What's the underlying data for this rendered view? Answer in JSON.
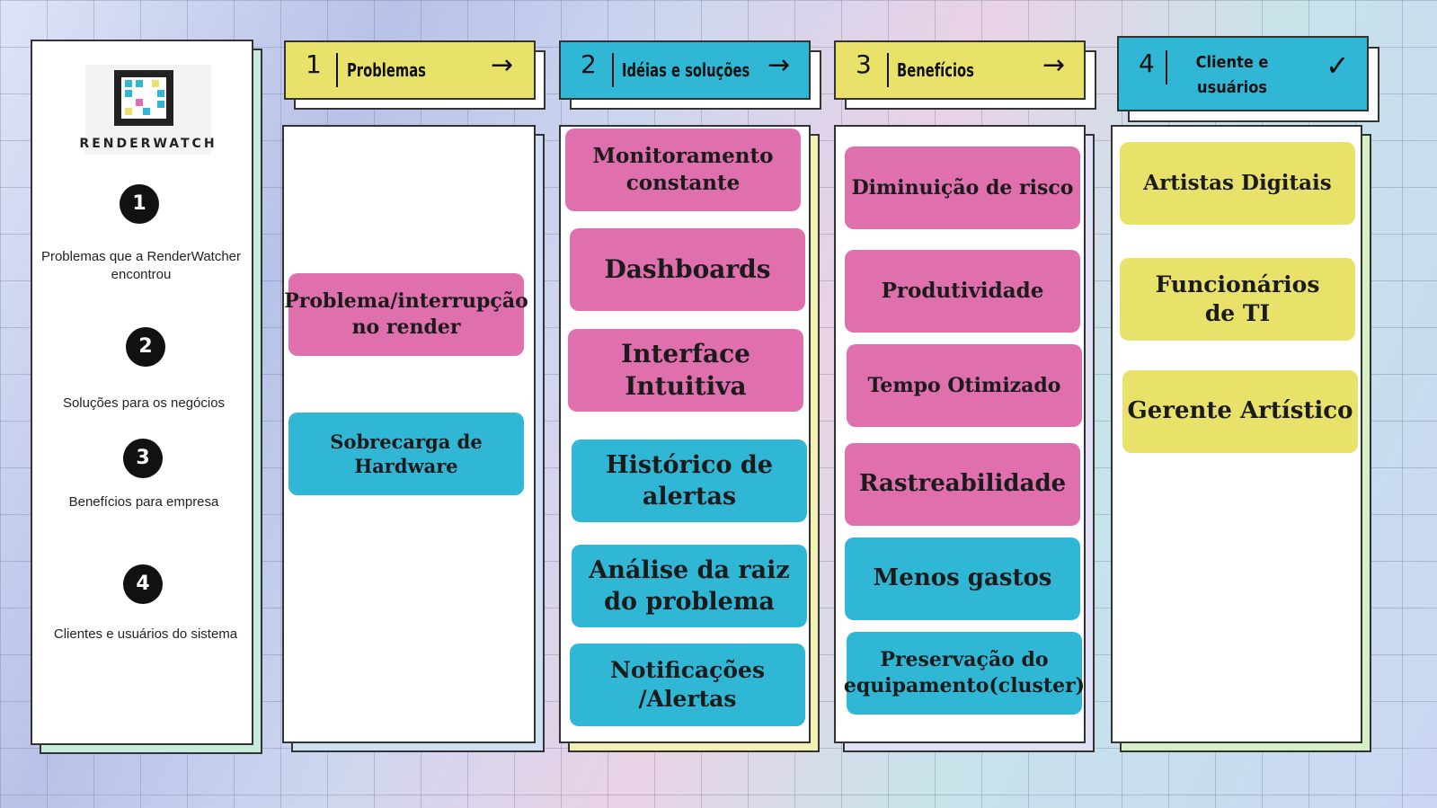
{
  "logo": {
    "text": "RENDERWATCH",
    "colors": {
      "frame": "#222222",
      "blue": "#30b7d5",
      "pink": "#e06fae",
      "yellow": "#e8e26a"
    }
  },
  "legend": [
    {
      "number": "1",
      "text": "Problemas que a RenderWatcher encontrou"
    },
    {
      "number": "2",
      "text": "Soluções para os negócios"
    },
    {
      "number": "3",
      "text": "Benefícios para empresa"
    },
    {
      "number": "4",
      "text": "Clientes e usuários do sistema"
    }
  ],
  "columns": [
    {
      "number": "1",
      "title": "Problemas",
      "icon": "arrow-right-icon",
      "glyph": "→",
      "header_color": "#e8e26a",
      "cards": [
        {
          "text": "Problema/interrupção no render",
          "color": "pink"
        },
        {
          "text": "Sobrecarga de Hardware",
          "color": "blue"
        }
      ]
    },
    {
      "number": "2",
      "title": "Idéias e soluções",
      "icon": "arrow-right-icon",
      "glyph": "→",
      "header_color": "#30b7d5",
      "cards": [
        {
          "text": "Monitoramento constante",
          "color": "pink"
        },
        {
          "text": "Dashboards",
          "color": "pink"
        },
        {
          "text": "Interface Intuitiva",
          "color": "pink"
        },
        {
          "text": "Histórico de alertas",
          "color": "blue"
        },
        {
          "text": "Análise da raiz do problema",
          "color": "blue"
        },
        {
          "text": "Notificações /Alertas",
          "color": "blue"
        }
      ]
    },
    {
      "number": "3",
      "title": "Benefícios",
      "icon": "arrow-right-icon",
      "glyph": "→",
      "header_color": "#e8e26a",
      "cards": [
        {
          "text": "Diminuição de risco",
          "color": "pink"
        },
        {
          "text": "Produtividade",
          "color": "pink"
        },
        {
          "text": "Tempo Otimizado",
          "color": "pink"
        },
        {
          "text": "Rastreabilidade",
          "color": "pink"
        },
        {
          "text": "Menos gastos",
          "color": "blue"
        },
        {
          "text": "Preservação do equipamento(cluster)",
          "color": "blue"
        }
      ]
    },
    {
      "number": "4",
      "title": "Cliente e usuários",
      "icon": "checkmark-icon",
      "glyph": "✓",
      "header_color": "#30b7d5",
      "cards": [
        {
          "text": "Artistas Digitais",
          "color": "yellow"
        },
        {
          "text": "Funcionários de TI",
          "color": "yellow"
        },
        {
          "text": "Gerente Artístico",
          "color": "yellow"
        }
      ]
    }
  ]
}
